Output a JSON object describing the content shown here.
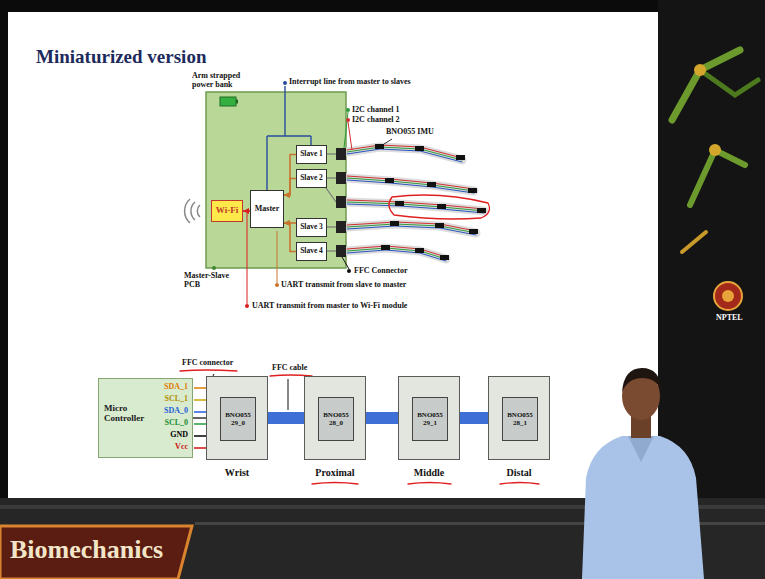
{
  "diagram": {
    "title": "Miniaturized version",
    "nodes": [
      {
        "text": [
          "Master-Slave PCB"
        ]
      },
      {
        "text": [
          "Wi-Fi"
        ],
        "in": 0
      },
      {
        "text": [
          "Master"
        ],
        "in": 0
      },
      {
        "text": [
          "Slave 1"
        ],
        "in": 0
      },
      {
        "text": [
          "Slave 2"
        ],
        "in": 0
      },
      {
        "text": [
          "Slave 3"
        ],
        "in": 0
      },
      {
        "text": [
          "Slave 4"
        ],
        "in": 0
      },
      {
        "text": [
          "Micro Controller",
          "SDA_1",
          "SCL_1",
          "SDA_0",
          "SCL_0",
          "GND",
          "Vcc"
        ]
      },
      {
        "text": [
          "Wrist"
        ]
      },
      {
        "text": [
          "BNO055",
          "29_0"
        ],
        "in": 8
      },
      {
        "text": [
          "Proximal"
        ]
      },
      {
        "text": [
          "BNO055",
          "28_0"
        ],
        "in": 10
      },
      {
        "text": [
          "Middle"
        ]
      },
      {
        "text": [
          "BNO055",
          "29_1"
        ],
        "in": 12
      },
      {
        "text": [
          "Distal"
        ]
      },
      {
        "text": [
          "BNO055",
          "28_1"
        ],
        "in": 14
      }
    ],
    "edges": [
      {
        "from": 3,
        "to": 2,
        "arrow": "to"
      },
      {
        "from": 4,
        "to": 2,
        "arrow": "to"
      },
      {
        "from": 5,
        "to": 2,
        "arrow": "to"
      },
      {
        "from": 6,
        "to": 2,
        "arrow": "to"
      },
      {
        "from": 2,
        "to": 1,
        "arrow": "to"
      },
      {
        "from": 7,
        "to": 8,
        "arrow": "none"
      },
      {
        "from": 8,
        "to": 10,
        "arrow": "none"
      },
      {
        "from": 10,
        "to": 12,
        "arrow": "none"
      },
      {
        "from": 12,
        "to": 14,
        "arrow": "none"
      }
    ],
    "labels": [
      "Arm strapped power bank",
      "Interrupt line from master to slaves",
      "I2C channel 1",
      "I2C channel 2",
      "BNO055 IMU",
      "FFC Connector",
      "UART transmit from slave to master",
      "UART transmit from master to Wi-Fi module",
      "FFC connector",
      "FFC cable",
      "NPTEL",
      "Biomechanics"
    ]
  }
}
